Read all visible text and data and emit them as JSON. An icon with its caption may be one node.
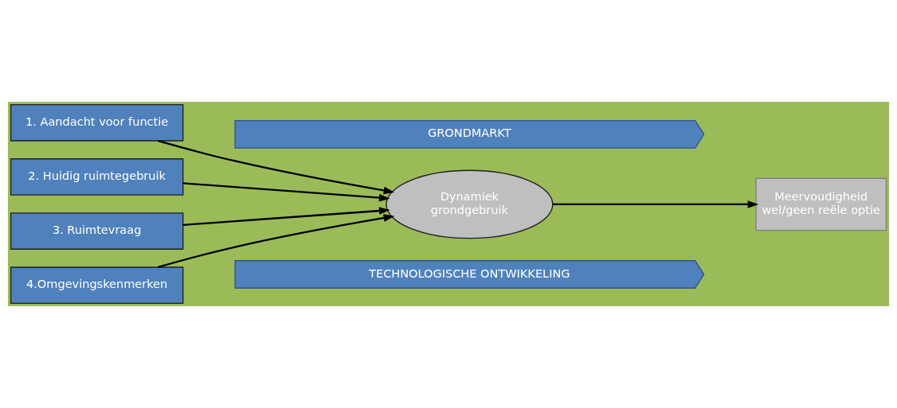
{
  "diagram": {
    "nodes": [
      {
        "text": [
          "GRONDMARKT"
        ]
      },
      {
        "text": [
          "1. Aandacht voor functie"
        ]
      },
      {
        "text": [
          "2. Huidig ruimtegebruik"
        ]
      },
      {
        "text": [
          "3. Ruimtevraag"
        ]
      },
      {
        "text": [
          "4.Omgevingskenmerken"
        ]
      },
      {
        "text": [
          "Dynamiek grondgebruik"
        ]
      },
      {
        "text": [
          "Meervoudigheid wel/geen reële optie"
        ]
      },
      {
        "text": [
          "TECHNOLOGISCHE ONTWIKKELING"
        ]
      }
    ],
    "edges": [
      {
        "from": 1,
        "to": 5,
        "arrow": "to"
      },
      {
        "from": 2,
        "to": 5,
        "arrow": "to"
      },
      {
        "from": 3,
        "to": 5,
        "arrow": "to"
      },
      {
        "from": 4,
        "to": 5,
        "arrow": "to"
      },
      {
        "from": 5,
        "to": 6,
        "arrow": "to"
      }
    ]
  }
}
